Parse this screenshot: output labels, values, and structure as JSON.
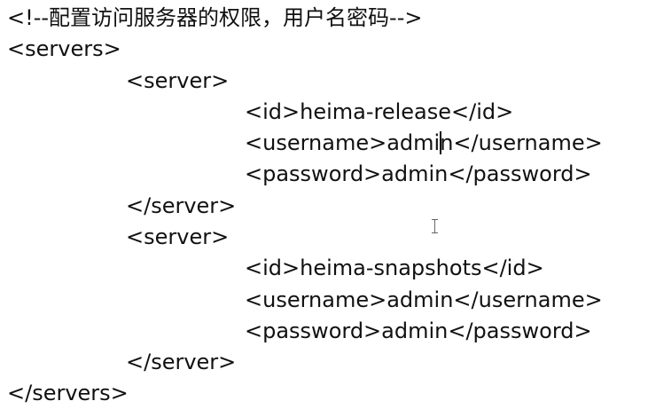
{
  "editor": {
    "comment": "<!--配置访问服务器的权限，用户名密码-->",
    "servers_open": "<servers>",
    "server1_open": "<server>",
    "server1_id": "<id>heima-release</id>",
    "server1_username": "<username>admin</username>",
    "server1_password": "<password>admin</password>",
    "server1_close": "</server>",
    "server2_open": "<server>",
    "server2_id": "<id>heima-snapshots</id>",
    "server2_username": "<username>admin</username>",
    "server2_password": "<password>admin</password>",
    "server2_close": "</server>",
    "servers_close": "</servers>"
  }
}
